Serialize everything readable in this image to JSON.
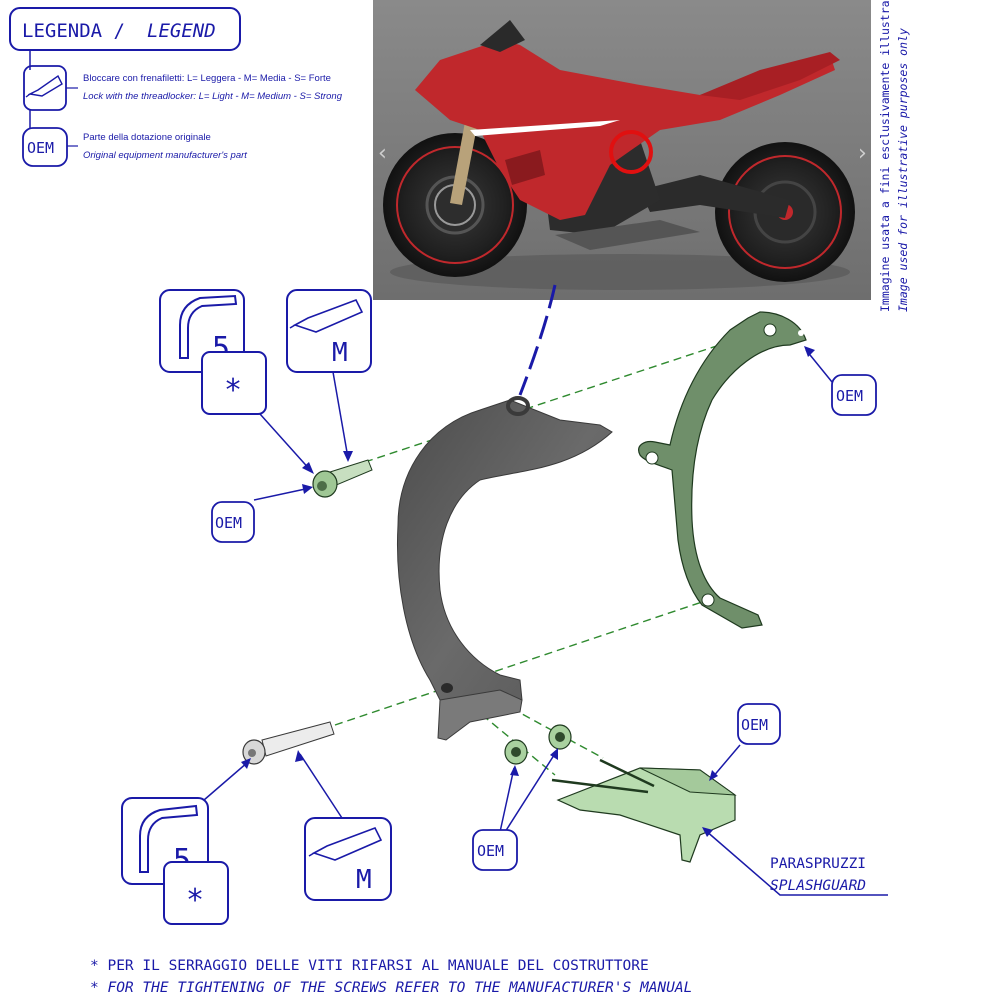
{
  "legend": {
    "title_it": "LEGENDA /",
    "title_en": "LEGEND",
    "threadlocker_it": "Bloccare con frenafiletti: L= Leggera - M= Media - S= Forte",
    "threadlocker_en": "Lock with the threadlocker: L= Light - M= Medium - S= Strong",
    "oem_label": "OEM",
    "oem_it": "Parte della dotazione originale",
    "oem_en": "Original equipment manufacturer's part"
  },
  "photo": {
    "caption_it": "Immagine usata a fini esclusivamente illustrativi",
    "caption_en": "Image used for illustrative purposes only",
    "prev_arrow": "‹",
    "next_arrow": "›"
  },
  "callouts": {
    "hex_key_size_top": "5",
    "star_top": "*",
    "threadlocker_top": "M",
    "oem_bolt_top": "OEM",
    "oem_bracket": "OEM",
    "hex_key_size_bottom": "5",
    "star_bottom": "*",
    "threadlocker_bottom": "M",
    "oem_spacers": "OEM",
    "oem_splashguard": "OEM"
  },
  "parts": {
    "splashguard_it": "PARASPRUZZI",
    "splashguard_en": "SPLASHGUARD"
  },
  "footer": {
    "note_it": "* PER IL SERRAGGIO DELLE VITI RIFARSI AL MANUALE DEL COSTRUTTORE",
    "note_en": "* FOR THE TIGHTENING OF THE SCREWS REFER TO THE MANUFACTURER'S MANUAL"
  },
  "colors": {
    "ink": "#1a1aa8",
    "leader_green": "#2f8a2f",
    "bracket_green": "#6f8f6a",
    "part_gray": "#5e5e5e",
    "bike_red": "#c0282c",
    "highlight_ring": "#e01010"
  }
}
